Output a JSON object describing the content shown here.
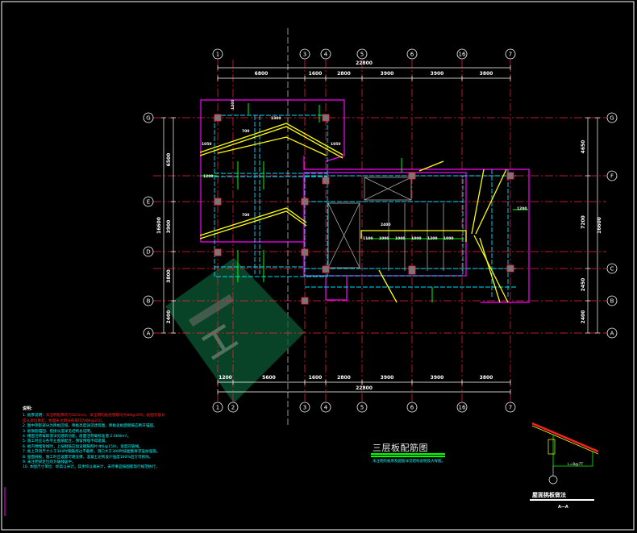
{
  "drawing": {
    "title": "三层板配筋图",
    "subtitle": "未注明的板厚及配筋详见结构说明及大样图。",
    "detail_title": "屋面挑板做法",
    "detail_section": "A—A",
    "detail_length": "L=8@7T"
  },
  "axes": {
    "columns_top": [
      "1",
      "3",
      "4",
      "5",
      "6",
      "16",
      "7"
    ],
    "columns_bottom": [
      "1",
      "2",
      "3",
      "4",
      "5",
      "6",
      "16",
      "7"
    ],
    "rows_left": [
      "G",
      "E",
      "D",
      "B",
      "A"
    ],
    "rows_right": [
      "G",
      "F",
      "C",
      "B",
      "A"
    ]
  },
  "dimensions": {
    "top_total": "22800",
    "top": [
      "6800",
      "1600",
      "2800",
      "3900",
      "3900",
      "3800"
    ],
    "bottom_total": "22800",
    "bottom": [
      "1200",
      "5600",
      "1600",
      "2800",
      "3900",
      "3900",
      "3800"
    ],
    "left_total": "16600",
    "left": [
      "6500",
      "3900",
      "3800",
      "2400"
    ],
    "right_total": "16600",
    "right": [
      "4650",
      "7200",
      "2450",
      "2400"
    ]
  },
  "notes": {
    "heading": "说明:",
    "items": [
      {
        "n": "1.",
        "text": "板厚说明：",
        "red": "未注明板厚均为120mm，未注明的板底钢筋均为Φ8@200；板面负筋长度从梁边算起，板面未注明分布筋均为Φ6@250。"
      },
      {
        "n": "2.",
        "text": "图中阴影部分为降板区域，降板高度详见建筑图，降板处板面钢筋应断开锚固。"
      },
      {
        "n": "3.",
        "text": "板钢筋锚固、搭接长度详见结构总说明。"
      },
      {
        "n": "4.",
        "text": "楼面活荷载取值详见建筑功能，屋面活荷载标准值 2.0kN/m²。"
      },
      {
        "n": "5.",
        "text": "施工时应与各专业图纸配合，预留预埋不得遗漏。"
      },
      {
        "n": "6.",
        "text": "板内预埋管线时，上层钢筋应加设钢筋网片(Φ6@150)，宽度同管线。"
      },
      {
        "n": "7.",
        "text": "板上开洞尺寸小于300时钢筋绕过不截断，洞口大于300时按图集要求设加强筋。"
      },
      {
        "n": "8.",
        "text": "屋面挑板，施工时应设置可靠支撑，混凝土达到设计强度100%后方可拆除。"
      },
      {
        "n": "9.",
        "text": "未注明梁定位均为轴线居中。"
      },
      {
        "n": "10.",
        "text": "本图尺寸单位：标高以米计，其余均以毫米计，未尽事宜按国家现行规范执行。"
      }
    ]
  },
  "colors": {
    "axis": "#ff2040",
    "outline": "#ff00ff",
    "beam": "#00e0ff",
    "slab": "#ffff00",
    "rebar": "#00ff00",
    "text": "#ffffff"
  }
}
